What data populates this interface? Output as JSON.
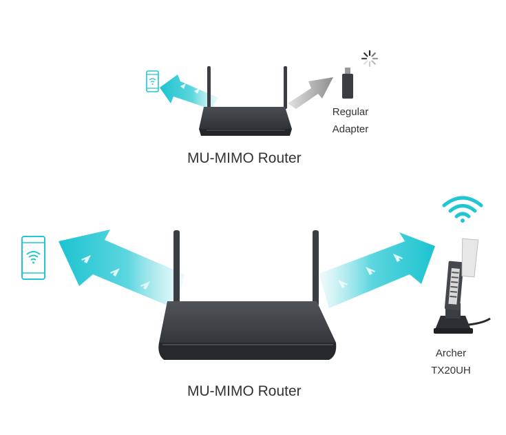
{
  "top_scene": {
    "router_label": "MU-MIMO Router",
    "adapter_label_line1": "Regular",
    "adapter_label_line2": "Adapter",
    "phone_icon": "phone-wifi-icon",
    "adapter_icon": "usb-adapter-icon",
    "status_icon": "loading-spinner-icon"
  },
  "bottom_scene": {
    "router_label": "MU-MIMO Router",
    "adapter_label_line1": "Archer",
    "adapter_label_line2": "TX20UH",
    "phone_icon": "phone-wifi-icon",
    "adapter_icon": "archer-adapter-icon",
    "status_icon": "wifi-signal-icon"
  },
  "colors": {
    "beam": "#20c7d3",
    "beam_light": "#d4f3f6",
    "router_body": "#3a3d42",
    "router_top": "#55585d",
    "gray_beam": "#9b9b9b",
    "text": "#333333"
  }
}
